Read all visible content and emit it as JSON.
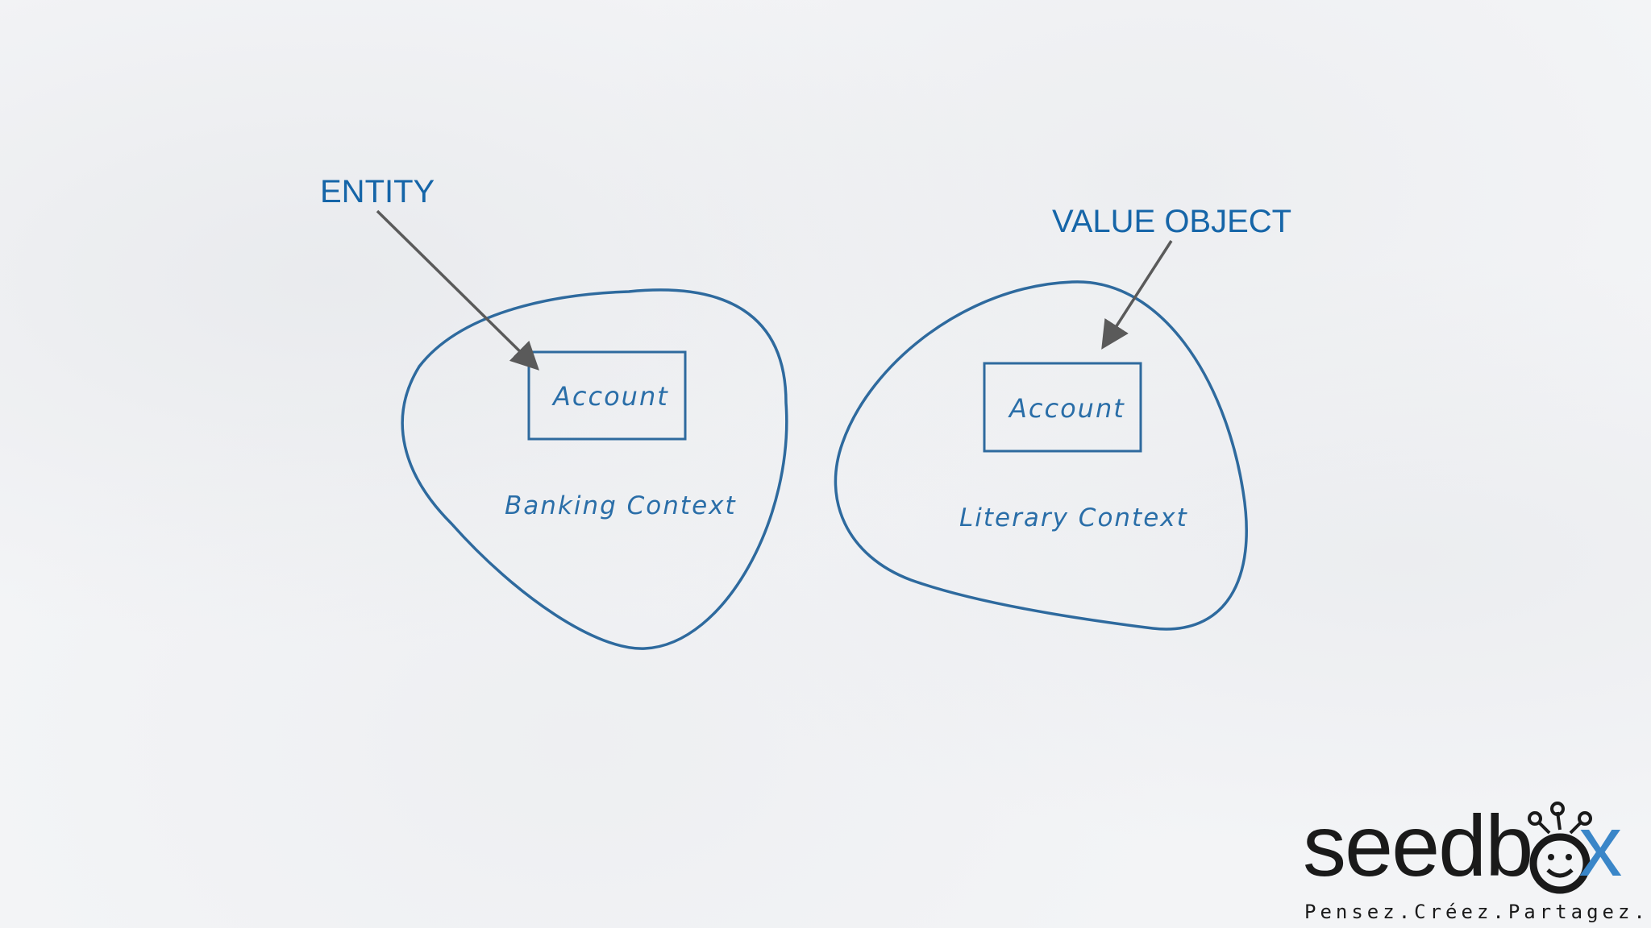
{
  "labels": {
    "entity": "ENTITY",
    "value_object": "VALUE OBJECT"
  },
  "contexts": [
    {
      "box_label": "Account",
      "context_label": "Banking Context"
    },
    {
      "box_label": "Account",
      "context_label": "Literary Context"
    }
  ],
  "logo": {
    "word_dark_1": "seedb",
    "word_blue_1": "o",
    "word_blue_2": "x",
    "tagline": "Pensez.Créez.Partagez."
  },
  "colors": {
    "label_blue": "#1565a8",
    "outline_blue": "#2e6a9e",
    "arrow_gray": "#5a5a5a",
    "logo_blue": "#3a86c8"
  },
  "icons": [
    "seedbox-face-icon"
  ]
}
